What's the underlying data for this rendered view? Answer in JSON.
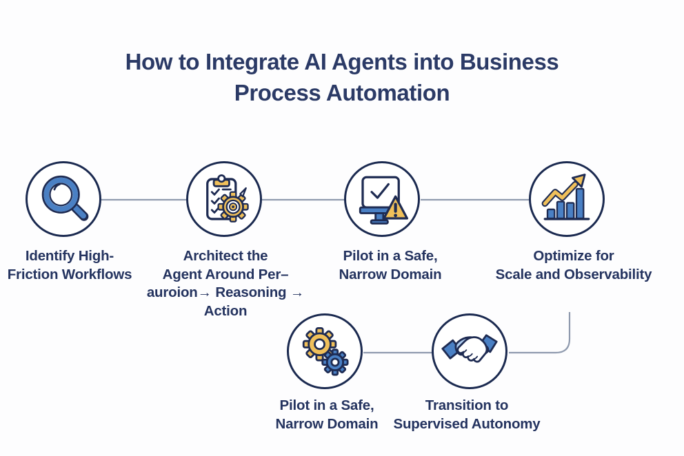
{
  "title": "How to Integrate AI Agents into Business\nProcess Automation",
  "colors": {
    "title": "#2b3a66",
    "label": "#24335f",
    "circle_outline": "#1b2a50",
    "connector": "#8f9aae",
    "icon_outline": "#1e2b52",
    "icon_blue": "#4a80c4",
    "icon_light_blue": "#aecdf0",
    "icon_yellow": "#f0c05a",
    "background": "#fdfdfe"
  },
  "steps": [
    {
      "icon": "magnifier-icon",
      "label": "Identify High-\nFriction Workflows"
    },
    {
      "icon": "clipboard-gear-icon",
      "label": "Architect the\nAgent Around Per–\nauroion→ Reasoning →\nAction"
    },
    {
      "icon": "monitor-check-warning-icon",
      "label": "Pilot in a Safe,\nNarrow Domain"
    },
    {
      "icon": "growth-chart-icon",
      "label": "Optimize for\nScale and Observability"
    },
    {
      "icon": "gears-icon",
      "label": "Pilot in a Safe,\nNarrow Domain"
    },
    {
      "icon": "handshake-icon",
      "label": "Transition to\nSupervised Autonomy"
    }
  ]
}
